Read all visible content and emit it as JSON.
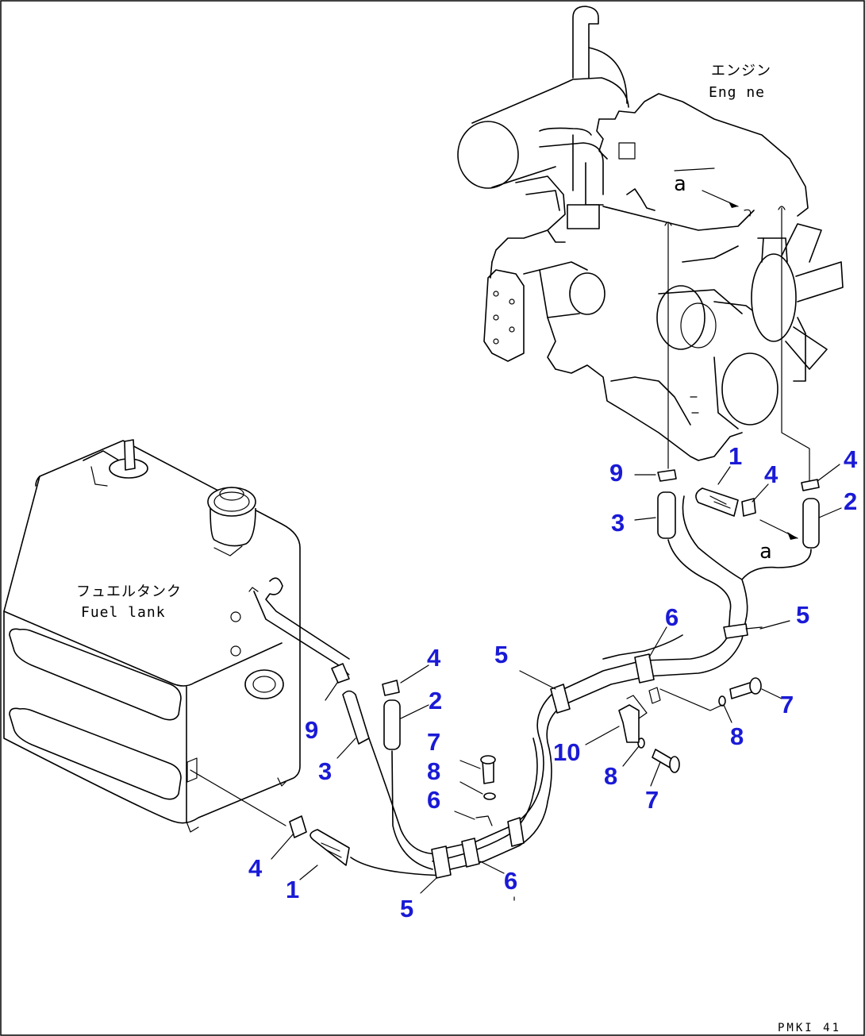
{
  "labels": {
    "engine_jp": "エンジン",
    "engine_en": "Eng ne",
    "tank_jp": "フュエルタンク",
    "tank_en": "Fuel lank",
    "ref_a": "a",
    "drawing_code": "PMKI 41"
  },
  "callouts": {
    "c1": "9",
    "c2": "1",
    "c3": "4",
    "c4": "4",
    "c5": "3",
    "c6": "2",
    "c7": "5",
    "c8": "6",
    "c9": "5",
    "c10": "4",
    "c11": "9",
    "c12": "2",
    "c13": "7",
    "c14": "7",
    "c15": "8",
    "c16": "3",
    "c17": "8",
    "c18": "6",
    "c19": "10",
    "c20": "8",
    "c21": "4",
    "c22": "1",
    "c23": "6",
    "c24": "5",
    "c25": "7"
  },
  "colors": {
    "callout": "#1a1ad6",
    "line": "#000000"
  }
}
